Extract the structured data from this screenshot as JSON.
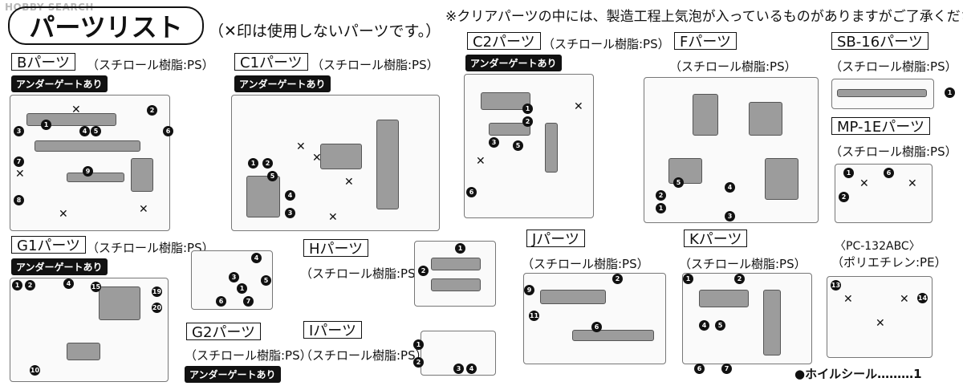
{
  "watermark": "HOBBY SEARCH",
  "title": "パーツリスト",
  "title_note": "（✕印は使用しないパーツです。）",
  "top_note": "※クリアパーツの中には、製造工程上気泡が入っているものがありますがご了承ください。",
  "under_gate": "アンダーゲートあり",
  "sticker": "●ホイルシール………1",
  "runners": [
    {
      "id": "B",
      "label": "Bパーツ",
      "material": "（スチロール樹脂:PS）",
      "under_gate": true
    },
    {
      "id": "C1",
      "label": "C1パーツ",
      "material": "（スチロール樹脂:PS）",
      "under_gate": true
    },
    {
      "id": "C2",
      "label": "C2パーツ",
      "material": "（スチロール樹脂:PS）",
      "under_gate": true
    },
    {
      "id": "F",
      "label": "Fパーツ",
      "material": "（スチロール樹脂:PS）",
      "under_gate": false
    },
    {
      "id": "SB16",
      "label": "SB-16パーツ",
      "material": "（スチロール樹脂:PS）",
      "under_gate": false
    },
    {
      "id": "MP1E",
      "label": "MP-1Eパーツ",
      "material": "（スチロール樹脂:PS）",
      "under_gate": false
    },
    {
      "id": "PC",
      "label": "〈PC-132ABC〉",
      "material": "（ポリエチレン:PE）",
      "under_gate": false
    },
    {
      "id": "G1",
      "label": "G1パーツ",
      "material": "（スチロール樹脂:PS）",
      "under_gate": true
    },
    {
      "id": "G2",
      "label": "G2パーツ",
      "material": "（スチロール樹脂:PS）",
      "under_gate": true
    },
    {
      "id": "H",
      "label": "Hパーツ",
      "material": "（スチロール樹脂:PS）",
      "under_gate": false
    },
    {
      "id": "I",
      "label": "Iパーツ",
      "material": "（スチロール樹脂:PS）",
      "under_gate": false
    },
    {
      "id": "J",
      "label": "Jパーツ",
      "material": "（スチロール樹脂:PS）",
      "under_gate": false
    },
    {
      "id": "K",
      "label": "Kパーツ",
      "material": "（スチロール樹脂:PS）",
      "under_gate": false
    }
  ]
}
